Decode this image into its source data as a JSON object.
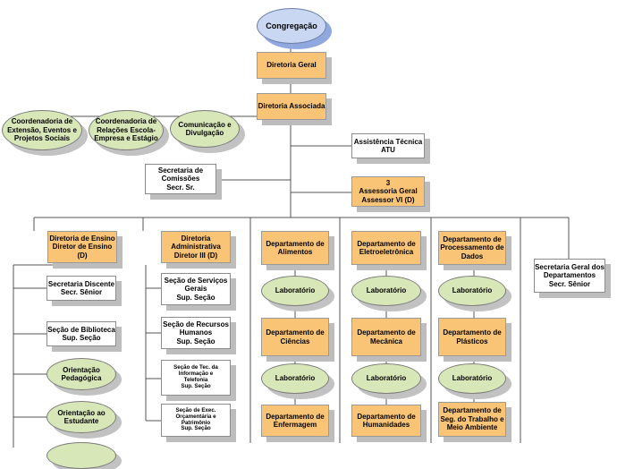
{
  "top": {
    "congregacao": "Congregação",
    "diretoria_geral": "Diretoria Geral",
    "diretoria_associada": "Diretoria Associada"
  },
  "coords": [
    "Coordenadoria de\nExtensão, Eventos e\nProjetos Sociais",
    "Coordenadoria de\nRelações Escola-\nEmpresa e Estágio",
    "Comunicação e\nDivulgação"
  ],
  "assistencia": "Assistência Técnica\nATU",
  "secretaria_comissoes": "Secretaria de\nComissões\nSecr. Sr.",
  "assessoria": "3\nAssessoria Geral\nAssessor VI (D)",
  "ensino": {
    "head": "Diretoria de Ensino\nDiretor de Ensino\n(D)",
    "items": [
      "Secretaria Discente\nSecr. Sênior",
      "Seção de Biblioteca\nSup. Seção",
      "Orientação\nPedagógica",
      "Orientação ao\nEstudante"
    ]
  },
  "administrativa": {
    "head": "Diretoria\nAdministrativa\nDiretor III (D)",
    "items": [
      "Seção de Serviços\nGerais\nSup. Seção",
      "Seção de Recursos\nHumanos\nSup. Seção",
      "Seção de Tec. da\nInformação e\nTelefonia\nSup. Seção",
      "Seção de Exec.\nOrçamentária e\nPatrimônio\nSup. Seção"
    ]
  },
  "laboratorio": "Laboratório",
  "departamentos": [
    "Departamento de\nAlimentos",
    "Departamento de\nCiências",
    "Departamento de\nEnfermagem",
    "Departamento de\nEletroeletrônica",
    "Departamento de\nMecânica",
    "Departamento de\nHumanidades",
    "Departamento de\nProcessamento de\nDados",
    "Departamento de\nPlásticos",
    "Departamento de\nSeg. do Trabalho e\nMeio Ambiente"
  ],
  "secretaria_geral": "Secretaria Geral dos\nDepartamentos\nSecr. Sênior"
}
